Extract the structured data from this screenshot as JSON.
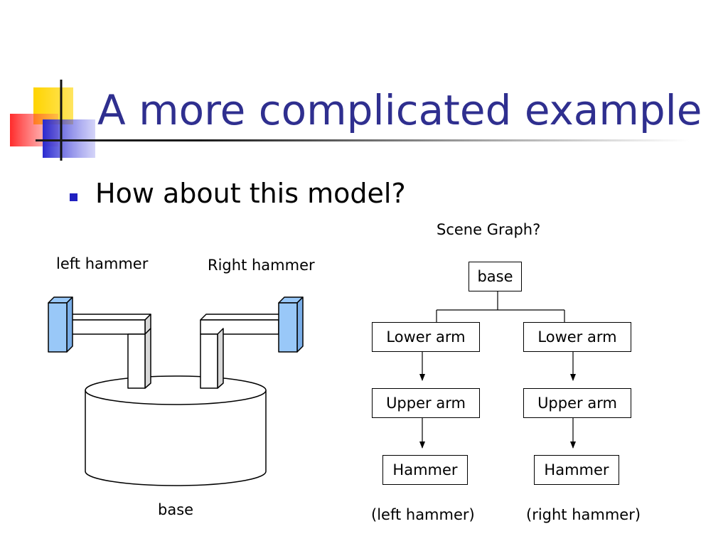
{
  "slide": {
    "title": "A more complicated example",
    "bullet": "How about this model?"
  },
  "model": {
    "left_hammer_label": "left hammer",
    "right_hammer_label": "Right hammer",
    "base_label": "base"
  },
  "scene_graph": {
    "heading": "Scene Graph?",
    "root": "base",
    "left_branch": {
      "lower": "Lower arm",
      "upper": "Upper arm",
      "hammer": "Hammer",
      "caption": "(left hammer)"
    },
    "right_branch": {
      "lower": "Lower arm",
      "upper": "Upper arm",
      "hammer": "Hammer",
      "caption": "(right hammer)"
    }
  },
  "colors": {
    "title": "#2f2f8f",
    "bullet": "#2020c0",
    "hammer_fill": "#99c8f8",
    "logo_yellow": "#ffd400",
    "logo_red": "#ff3030",
    "logo_blue": "#3a3ad8"
  }
}
